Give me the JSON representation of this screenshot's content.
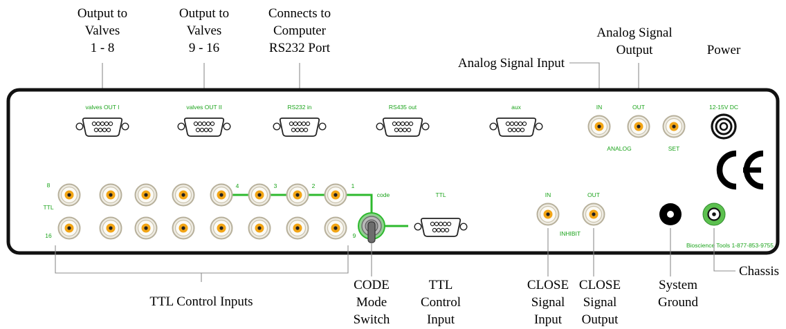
{
  "callouts": {
    "valves_1_8": [
      "Output to",
      "Valves",
      "1 - 8"
    ],
    "valves_9_16": [
      "Output to",
      "Valves",
      "9 - 16"
    ],
    "rs232": [
      "Connects to",
      "Computer",
      "RS232 Port"
    ],
    "analog_input": "Analog Signal Input",
    "analog_output": [
      "Analog Signal",
      "Output"
    ],
    "power": "Power",
    "ttl_inputs": "TTL Control Inputs",
    "code_switch": [
      "CODE",
      "Mode",
      "Switch"
    ],
    "ttl_control_input": [
      "TTL",
      "Control",
      "Input"
    ],
    "close_input": [
      "CLOSE",
      "Signal",
      "Input"
    ],
    "close_output": [
      "CLOSE",
      "Signal",
      "Output"
    ],
    "system_ground": [
      "System",
      "Ground"
    ],
    "chassis": "Chassis"
  },
  "panel_labels": {
    "valves_out_1": "valves OUT I",
    "valves_out_2": "valves OUT II",
    "rs232_in": "RS232 in",
    "rs435_out": "RS435 out",
    "aux": "aux",
    "analog_in": "IN",
    "analog_out": "OUT",
    "analog": "ANALOG",
    "set": "SET",
    "power_spec": "12-15V DC",
    "ttl_top_num": "8",
    "ttl": "TTL",
    "ttl_bottom_num": "16",
    "code_nums": [
      "4",
      "3",
      "2",
      "1"
    ],
    "code": "code",
    "nine": "9",
    "ttl_db9": "TTL",
    "inhibit_in": "IN",
    "inhibit_out": "OUT",
    "inhibit": "INHIBIT",
    "ce_mark": "CE",
    "footer": "Bioscience Tools 1-877-853-9755"
  },
  "colors": {
    "panel_border": "#111111",
    "label_green": "#1aa31a",
    "line_green": "#2db92d",
    "bnc_ring": "#bfb7a0",
    "bnc_center": "#f2a516",
    "leader_gray": "#8c8c8c"
  },
  "icons": [
    "db9-connector",
    "bnc-connector",
    "power-jack-icon",
    "toggle-switch",
    "ce-mark",
    "binding-post"
  ]
}
